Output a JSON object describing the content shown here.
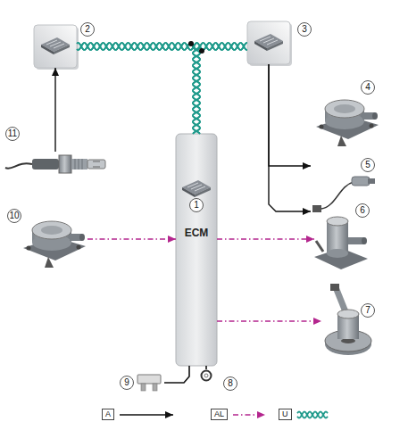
{
  "diagram": {
    "nodes": [
      {
        "text": [
          "2"
        ]
      },
      {
        "text": [
          "3"
        ]
      },
      {
        "text": [
          "11"
        ]
      },
      {
        "text": [
          "4"
        ]
      },
      {
        "text": [
          "5"
        ]
      },
      {
        "text": [
          "1",
          "ECM"
        ]
      },
      {
        "text": [
          "10"
        ]
      },
      {
        "text": [
          "6"
        ]
      },
      {
        "text": [
          "7"
        ]
      },
      {
        "text": [
          "9"
        ]
      },
      {
        "text": [
          "8"
        ]
      }
    ],
    "edges": [
      {
        "from": 2,
        "to": 0,
        "arrow": "to"
      },
      {
        "from": 0,
        "to": 1,
        "arrow": "none"
      },
      {
        "from": 0,
        "to": 5,
        "arrow": "none"
      },
      {
        "from": 1,
        "to": 5,
        "arrow": "none"
      },
      {
        "from": 1,
        "to": 3,
        "arrow": "to"
      },
      {
        "from": 1,
        "to": 4,
        "arrow": "to"
      },
      {
        "from": 6,
        "to": 5,
        "arrow": "to"
      },
      {
        "from": 5,
        "to": 7,
        "arrow": "to"
      },
      {
        "from": 5,
        "to": 8,
        "arrow": "to"
      },
      {
        "from": 5,
        "to": 9,
        "arrow": "none"
      },
      {
        "from": 5,
        "to": 10,
        "arrow": "none"
      }
    ],
    "legend": [
      {
        "text": "A"
      },
      {
        "text": "AL"
      },
      {
        "text": "U"
      }
    ]
  }
}
